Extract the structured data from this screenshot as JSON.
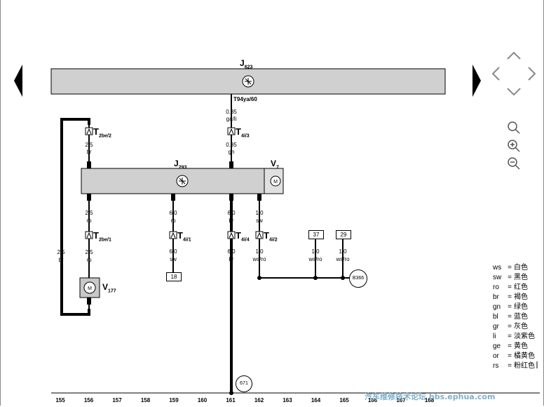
{
  "module_top": {
    "label": "J",
    "sub": "623"
  },
  "module_mid": {
    "label": "J",
    "sub": "293"
  },
  "fan_label": {
    "label": "V",
    "sub": "7"
  },
  "motor_label": {
    "label": "V",
    "sub": "177"
  },
  "t94_label": "T94ya/60",
  "wire_top": {
    "size": "0.35",
    "color": "ga/li"
  },
  "wire_top2": {
    "size": "0.35",
    "color": "gn"
  },
  "t4i3": {
    "main": "T",
    "sub": "4i/3"
  },
  "t2be2": {
    "main": "T",
    "sub": "2be/2"
  },
  "t2be1": {
    "main": "T",
    "sub": "2be/1"
  },
  "t4i1": {
    "main": "T",
    "sub": "4i/1"
  },
  "t4i4": {
    "main": "T",
    "sub": "4i/4"
  },
  "t4i2": {
    "main": "T",
    "sub": "4i/2"
  },
  "w156a": {
    "size": "2.5",
    "color": "br"
  },
  "w156b": {
    "size": "2.5",
    "color": "ro"
  },
  "w156c": {
    "size": "2.5",
    "color": "ro"
  },
  "w155": {
    "size": "2.5",
    "color": "br"
  },
  "w159a": {
    "size": "6.0",
    "color": "ro"
  },
  "w159b": {
    "size": "6.0",
    "color": "sw"
  },
  "w161a": {
    "size": "6.0",
    "color": "br"
  },
  "w161b": {
    "size": "6.0",
    "color": "br"
  },
  "w162a": {
    "size": "1.0",
    "color": "sw"
  },
  "w162b": {
    "size": "1.0",
    "color": "ws/ro"
  },
  "w164": {
    "size": "1.0",
    "color": "ws/ro"
  },
  "w165": {
    "size": "1.0",
    "color": "ws/ro"
  },
  "box18": "18",
  "box37": "37",
  "box29": "29",
  "circB366": "B366",
  "circ671": "671",
  "axis": [
    "155",
    "156",
    "157",
    "158",
    "159",
    "160",
    "161",
    "162",
    "163",
    "164",
    "165",
    "166",
    "167",
    "168"
  ],
  "legend": [
    {
      "code": "ws",
      "cn": "白色"
    },
    {
      "code": "sw",
      "cn": "黑色"
    },
    {
      "code": "ro",
      "cn": "红色"
    },
    {
      "code": "br",
      "cn": "褐色"
    },
    {
      "code": "gn",
      "cn": "绿色"
    },
    {
      "code": "bl",
      "cn": "蓝色"
    },
    {
      "code": "gr",
      "cn": "灰色"
    },
    {
      "code": "li",
      "cn": "淡紫色"
    },
    {
      "code": "ge",
      "cn": "黄色"
    },
    {
      "code": "or",
      "cn": "橘黄色"
    },
    {
      "code": "rs",
      "cn": "粉红色"
    }
  ],
  "legend_eq": "=",
  "watermark": "汽车维修技术论坛 bbs.ephua.com"
}
